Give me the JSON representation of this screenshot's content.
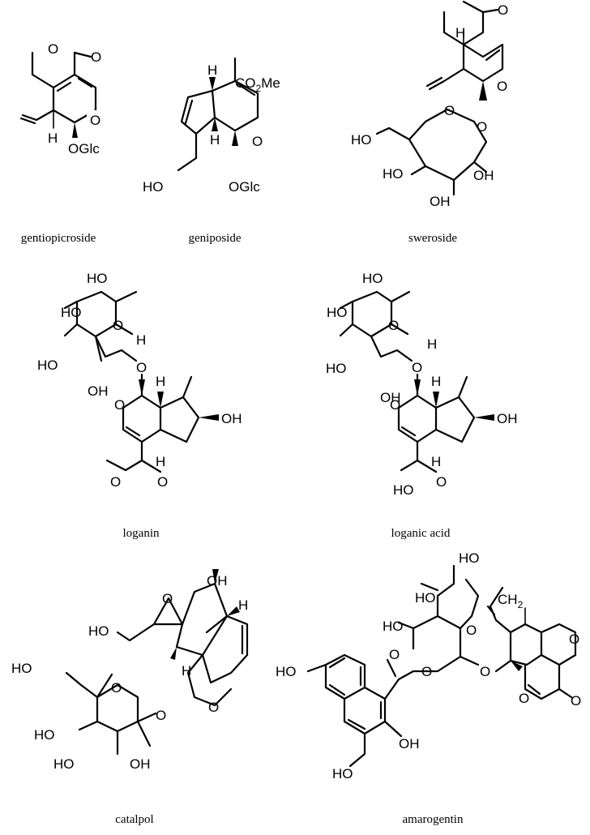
{
  "compounds": [
    {
      "name": "gentiopicroside"
    },
    {
      "name": "geniposide"
    },
    {
      "name": "sweroside"
    },
    {
      "name": "loganin"
    },
    {
      "name": "loganic acid"
    },
    {
      "name": "catalpol"
    },
    {
      "name": "amarogentin"
    }
  ],
  "atoms": {
    "O": "O",
    "H": "H",
    "OH": "OH",
    "HO": "HO",
    "OGlc": "OGlc",
    "CO2Me_a": "CO",
    "CO2Me_sub": "2",
    "CO2Me_b": "Me",
    "CH2_a": "CH",
    "CH2_sub": "2"
  }
}
